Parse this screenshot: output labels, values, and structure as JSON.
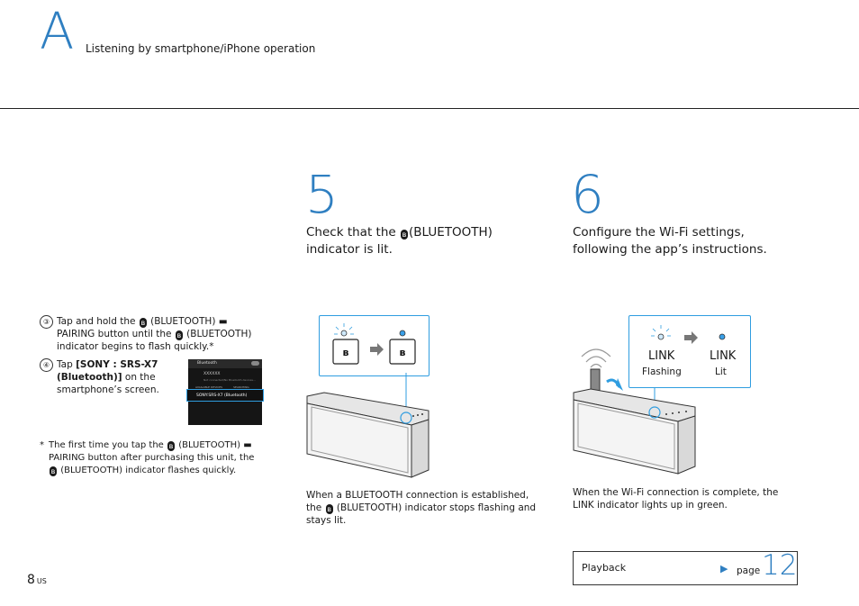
{
  "header": {
    "letter": "A",
    "title": "Listening by smartphone/iPhone operation"
  },
  "left_column": {
    "step3_num": "③",
    "step3_a": "Tap and hold the",
    "step3_b": "(BLUETOOTH)",
    "step3_c": "PAIRING",
    "step3_d": "button until the",
    "step3_e": "(BLUETOOTH) indicator",
    "step3_f": "begins to flash quickly.*",
    "step4_num": "④",
    "step4_a": "Tap",
    "step4_bold": "[SONY : SRS-X7 (Bluetooth)]",
    "step4_b": "on the smartphone’s screen.",
    "phone": {
      "header": "Bluetooth",
      "device": "XXXXXX",
      "sub": "Not connected/No Bluetooth devices...",
      "col1": "AVAILABLE DEVICES",
      "col2": "SEARCHING",
      "selected": "SONY:SRS-X7 (Bluetooth)"
    },
    "footnote_a": "The first time you tap the",
    "footnote_b": "(BLUETOOTH)",
    "footnote_c": "PAIRING button after purchasing this unit, the",
    "footnote_d": "(BLUETOOTH) indicator flashes quickly.",
    "footnote_mark": "*"
  },
  "step5": {
    "number": "5",
    "text_a": "Check that the",
    "text_b": "(BLUETOOTH)",
    "text_c": "indicator is lit.",
    "caption_a": "When a BLUETOOTH connection is established,",
    "caption_b": "the",
    "caption_c": "(BLUETOOTH) indicator stops flashing and",
    "caption_d": "stays lit."
  },
  "step6": {
    "number": "6",
    "text_line1": "Configure the Wi-Fi settings,",
    "text_line2": "following the app’s instructions.",
    "link_label": "LINK",
    "flashing_label": "Flashing",
    "lit_label": "Lit",
    "caption_line1": "When the Wi-Fi connection is complete, the",
    "caption_line2": "LINK indicator lights up in green."
  },
  "footer": {
    "page_number": "8",
    "region": "US",
    "link_label": "Playback",
    "page_word": "page",
    "page_ref": "12"
  },
  "colors": {
    "accent": "#2f7fc1",
    "box_border": "#2f9de0"
  }
}
